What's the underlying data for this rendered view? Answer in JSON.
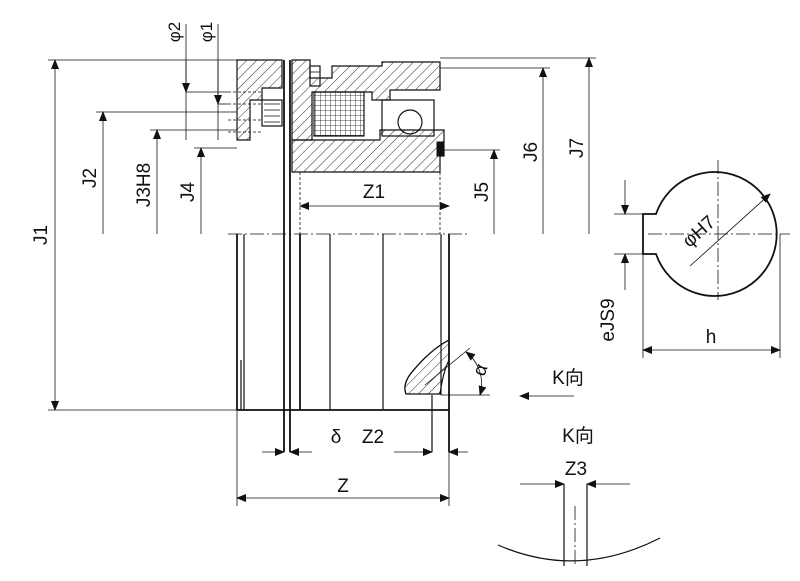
{
  "labels": {
    "phi2": "φ2",
    "phi1": "φ1",
    "J1": "J1",
    "J2": "J2",
    "J3H8": "J3H8",
    "J4": "J4",
    "J5": "J5",
    "J6": "J6",
    "J7": "J7",
    "Z1": "Z1",
    "Z2": "Z2",
    "Z": "Z",
    "delta": "δ",
    "alpha": "α",
    "K_view_arrow": "K向",
    "K_view_title": "K向",
    "Z3": "Z3",
    "phiH7": "φH7",
    "eJS9": "eJS9",
    "h": "h"
  }
}
